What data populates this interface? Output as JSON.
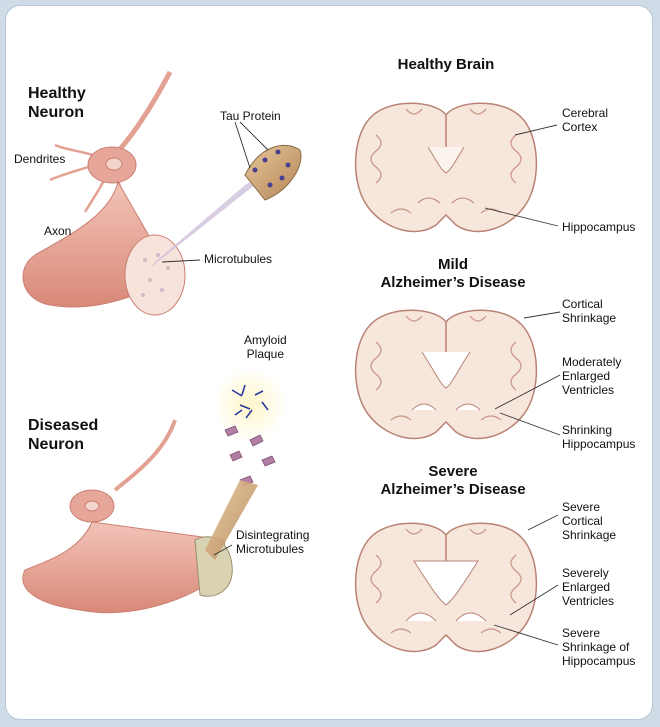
{
  "left": {
    "healthy_neuron": "Healthy\nNeuron",
    "dendrites": "Dendrites",
    "axon": "Axon",
    "tau_protein": "Tau Protein",
    "microtubules": "Microtubules",
    "amyloid_plaque": "Amyloid\nPlaque",
    "diseased_neuron": "Diseased\nNeuron",
    "disintegrating_microtubules": "Disintegrating\nMicrotubules"
  },
  "right": {
    "healthy_brain": "Healthy Brain",
    "cerebral_cortex": "Cerebral\nCortex",
    "hippocampus": "Hippocampus",
    "mild_title": "Mild\nAlzheimer’s Disease",
    "cortical_shrinkage": "Cortical\nShrinkage",
    "moderately_enlarged": "Moderately\nEnlarged\nVentricles",
    "shrinking_hippocampus": "Shrinking\nHippocampus",
    "severe_title": "Severe\nAlzheimer’s Disease",
    "severe_cortical": "Severe\nCortical\nShrinkage",
    "severely_enlarged": "Severely\nEnlarged\nVentricles",
    "severe_hippocampus": "Severe\nShrinkage of\nHippocampus"
  },
  "colors": {
    "brain_fill": "#f6e6dc",
    "brain_stroke": "#b98275",
    "neuron": "#e7a69a",
    "tau": "#4b3f8f",
    "plaque": "#2b3aa0"
  }
}
